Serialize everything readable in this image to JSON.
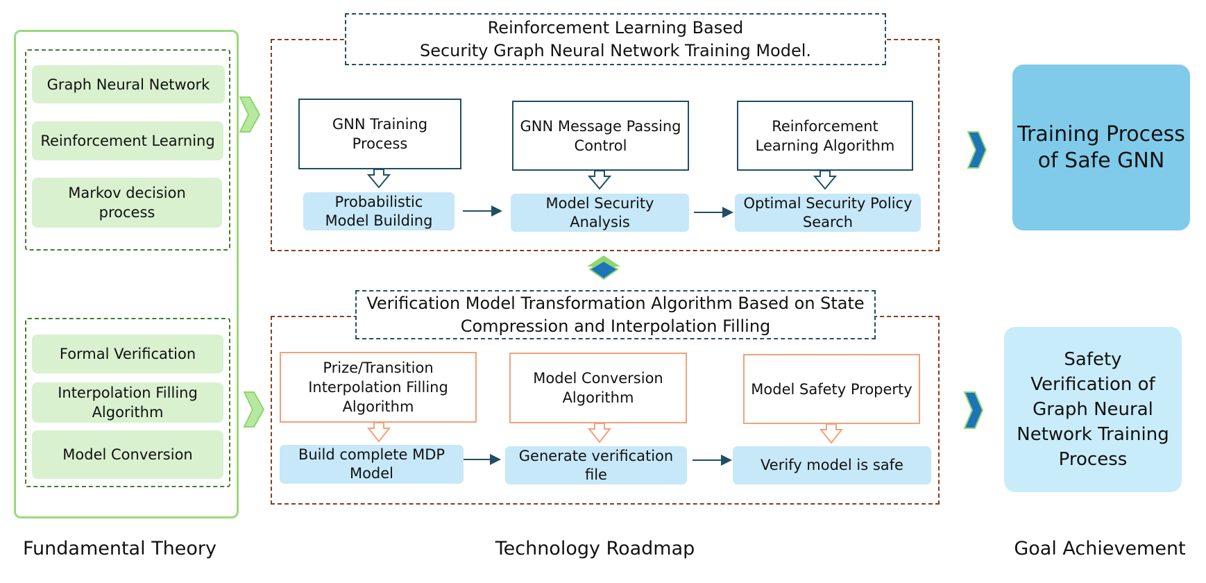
{
  "fundamental": {
    "footer": "Fundamental Theory",
    "group1": [
      "Graph Neural Network",
      "Reinforcement Learning",
      "Markov decision\nprocess"
    ],
    "group2": [
      "Formal Verification",
      "Interpolation Filling\nAlgorithm",
      "Model Conversion"
    ]
  },
  "roadmap": {
    "footer": "Technology Roadmap",
    "top": {
      "title": "Reinforcement Learning Based\nSecurity Graph Neural Network Training Model.",
      "boxes": [
        "GNN Training\nProcess",
        "GNN Message Passing\nControl",
        "Reinforcement\nLearning Algorithm"
      ],
      "pills": [
        "Probabilistic\nModel Building",
        "Model Security\nAnalysis",
        "Optimal Security Policy\nSearch"
      ]
    },
    "bottom": {
      "title": "Verification Model Transformation Algorithm Based on State\nCompression and Interpolation Filling",
      "boxes": [
        "Prize/Transition\nInterpolation Filling\nAlgorithm",
        "Model Conversion\nAlgorithm",
        "Model Safety Property"
      ],
      "pills": [
        "Build complete MDP\nModel",
        "Generate verification\nfile",
        "Verify model is safe"
      ]
    }
  },
  "goal": {
    "footer": "Goal Achievement",
    "top": "Training Process\nof Safe GNN",
    "bottom": "Safety\nVerification of\nGraph Neural\nNetwork Training\nProcess"
  },
  "colors": {
    "green_border": "#9ad97c",
    "green_fill": "#d9f1cf",
    "dashed_green": "#3f7d2c",
    "dashed_brown": "#8b3a1a",
    "teal": "#1f4e66",
    "orange": "#f3a07a",
    "blue_fill": "#c7e8f8",
    "goal_blue": "#80cbea",
    "goal_light_blue": "#c9ecfa",
    "arrow_blue": "#1e74b8"
  }
}
